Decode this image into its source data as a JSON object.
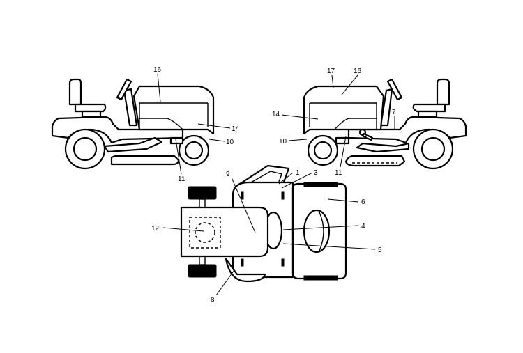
{
  "callouts": {
    "left_16": "16",
    "left_14": "14",
    "left_10": "10",
    "left_11": "11",
    "right_17": "17",
    "right_16": "16",
    "right_14": "14",
    "right_7": "7",
    "right_10": "10",
    "right_11": "11",
    "top_1": "1",
    "top_3": "3",
    "top_9": "9",
    "top_6": "6",
    "top_12": "12",
    "top_4": "4",
    "top_5": "5",
    "top_8": "8"
  }
}
